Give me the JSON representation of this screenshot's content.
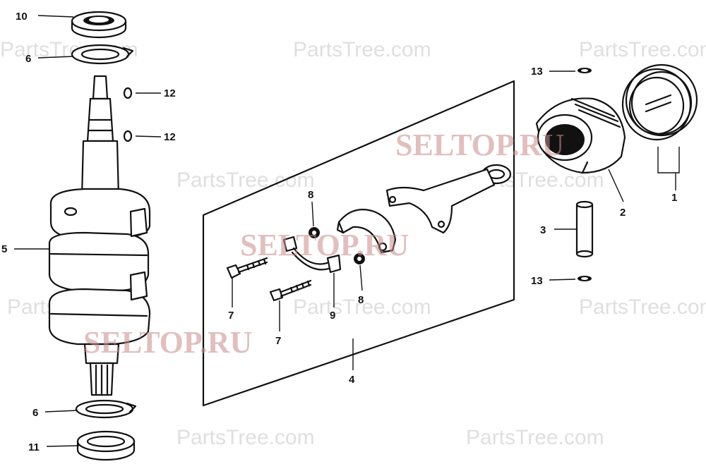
{
  "labels": {
    "p1": "1",
    "p2": "2",
    "p3": "3",
    "p4": "4",
    "p5": "5",
    "p6_top": "6",
    "p6_bottom": "6",
    "p7_a": "7",
    "p7_b": "7",
    "p8_a": "8",
    "p8_b": "8",
    "p9": "9",
    "p10": "10",
    "p11": "11",
    "p12_a": "12",
    "p12_b": "12",
    "p13_top": "13",
    "p13_bottom": "13"
  },
  "watermarks": {
    "seltop": "SELTOP.RU",
    "partstree": "PartsTree.com"
  }
}
